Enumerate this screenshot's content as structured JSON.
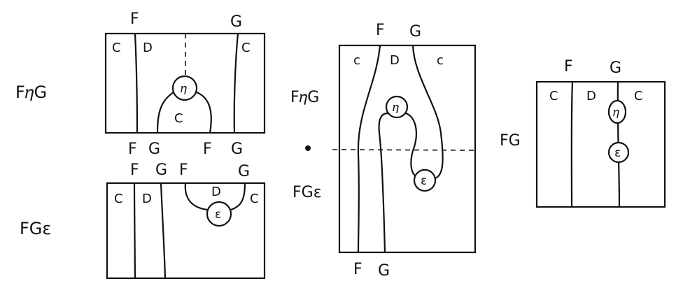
{
  "top_left": {
    "side_label": "F𝜂G",
    "top_labels": [
      "F",
      "G"
    ],
    "region_labels": [
      "C",
      "D",
      "C",
      "C"
    ],
    "node_label": "𝜂",
    "bottom_labels": [
      "F",
      "G",
      "F",
      "G"
    ]
  },
  "bottom_left": {
    "side_label": "FGε",
    "top_labels": [
      "F",
      "G",
      "F",
      "G"
    ],
    "region_labels": [
      "C",
      "D",
      "D",
      "C"
    ],
    "node_label": "ε"
  },
  "middle": {
    "top_labels": [
      "F",
      "G"
    ],
    "region_labels": [
      "c",
      "D",
      "c"
    ],
    "side_label_top": "F𝜂G",
    "side_label_bottom": "FGε",
    "node_top": "𝜂",
    "node_bottom": "ε",
    "bottom_labels": [
      "F",
      "G"
    ]
  },
  "right": {
    "side_label": "FG",
    "top_labels": [
      "F",
      "G"
    ],
    "region_labels": [
      "C",
      "D",
      "C"
    ],
    "node_top": "𝜂",
    "node_bottom": "ε"
  }
}
